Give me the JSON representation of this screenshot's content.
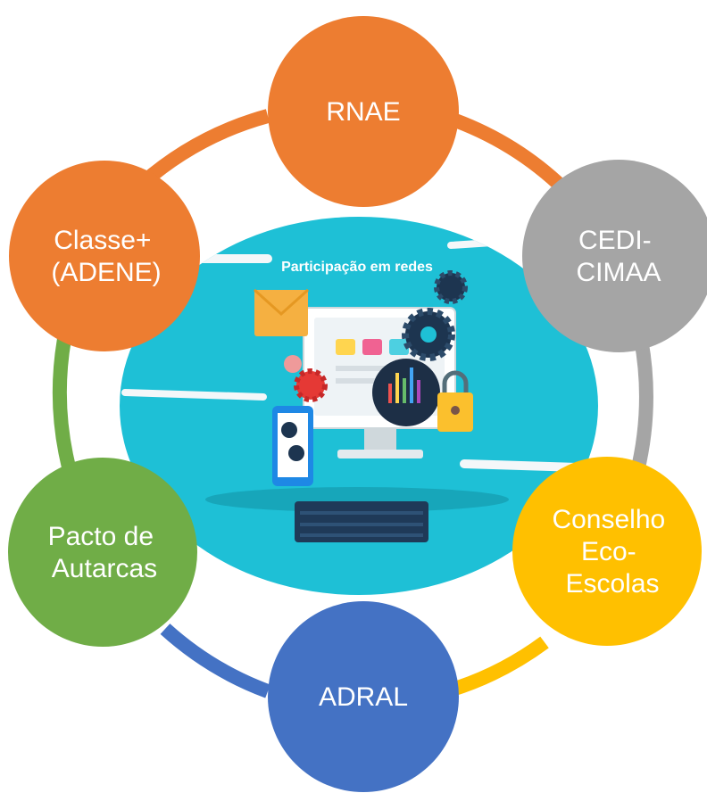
{
  "center": {
    "title": "Participação em redes",
    "background_color": "#1ec0d6"
  },
  "nodes": [
    {
      "id": "rnae",
      "lines": [
        "RNAE"
      ],
      "color": "#ed7d31"
    },
    {
      "id": "cedi",
      "lines": [
        "CEDI-",
        "CIMAA"
      ],
      "color": "#a5a5a5"
    },
    {
      "id": "conselho",
      "lines": [
        "Conselho",
        "Eco-",
        "Escolas"
      ],
      "color": "#ffc000"
    },
    {
      "id": "adral",
      "lines": [
        "ADRAL"
      ],
      "color": "#4472c4"
    },
    {
      "id": "pacto",
      "lines": [
        "Pacto de",
        "Autarcas"
      ],
      "color": "#70ad47"
    },
    {
      "id": "classe",
      "lines": [
        "Classe+",
        "(ADENE)"
      ],
      "color": "#ed7d31"
    }
  ]
}
